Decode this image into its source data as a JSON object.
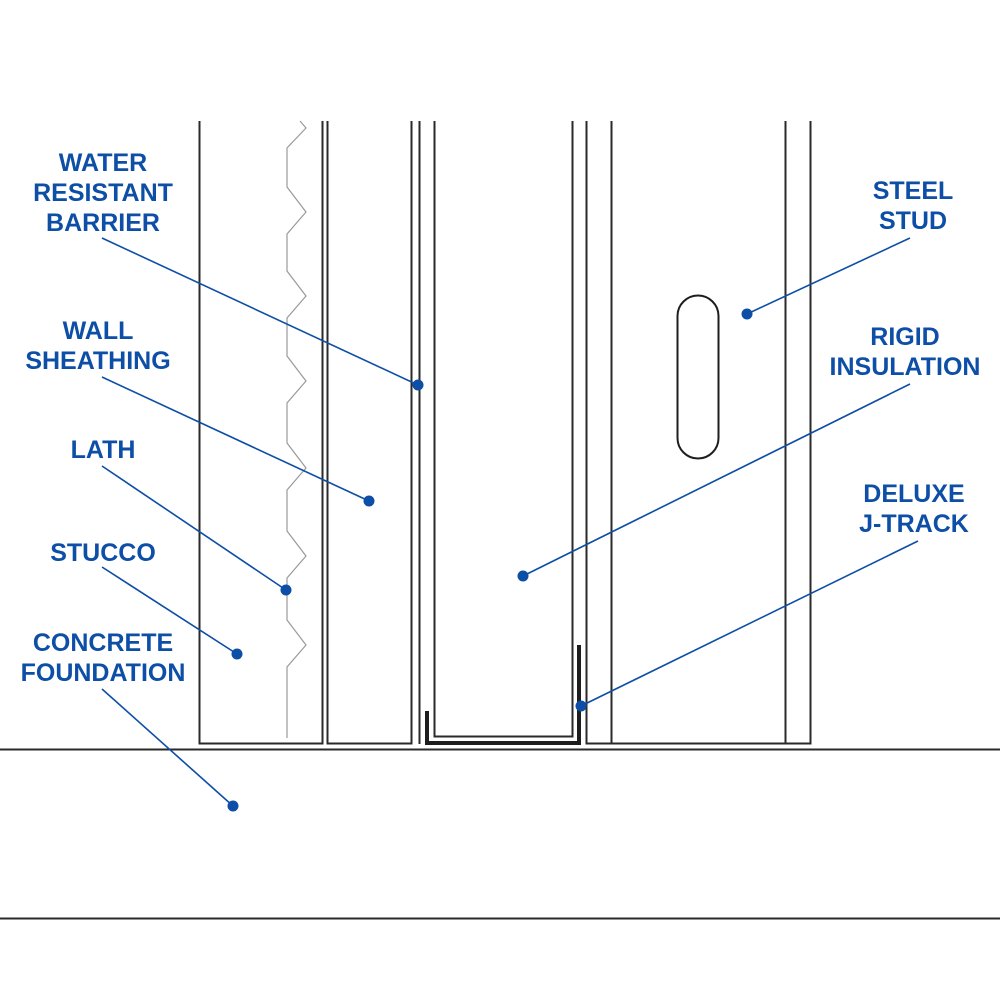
{
  "diagram": {
    "title": "Stucco wall section with Deluxe J-Track at concrete foundation",
    "colors": {
      "label": "#0d4ea6",
      "leader": "#0d4ea6",
      "outline": "#2a2a2a",
      "lath": "#9a9a9a",
      "background": "#ffffff"
    },
    "labels": [
      {
        "id": "water-resistant-barrier",
        "lines": [
          "WATER",
          "RESISTANT",
          "BARRIER"
        ],
        "side": "left",
        "points_to": "water-resistant-barrier-layer"
      },
      {
        "id": "wall-sheathing",
        "lines": [
          "WALL",
          "SHEATHING"
        ],
        "side": "left",
        "points_to": "wall-sheathing-layer"
      },
      {
        "id": "lath",
        "lines": [
          "LATH"
        ],
        "side": "left",
        "points_to": "lath-layer"
      },
      {
        "id": "stucco",
        "lines": [
          "STUCCO"
        ],
        "side": "left",
        "points_to": "stucco-layer"
      },
      {
        "id": "concrete-foundation",
        "lines": [
          "CONCRETE",
          "FOUNDATION"
        ],
        "side": "left",
        "points_to": "concrete-foundation-slab"
      },
      {
        "id": "steel-stud",
        "lines": [
          "STEEL",
          "STUD"
        ],
        "side": "right",
        "points_to": "steel-stud-layer"
      },
      {
        "id": "rigid-insulation",
        "lines": [
          "RIGID",
          "INSULATION"
        ],
        "side": "right",
        "points_to": "rigid-insulation-layer"
      },
      {
        "id": "deluxe-j-track",
        "lines": [
          "DELUXE",
          "J-TRACK"
        ],
        "side": "right",
        "points_to": "j-track"
      }
    ]
  }
}
